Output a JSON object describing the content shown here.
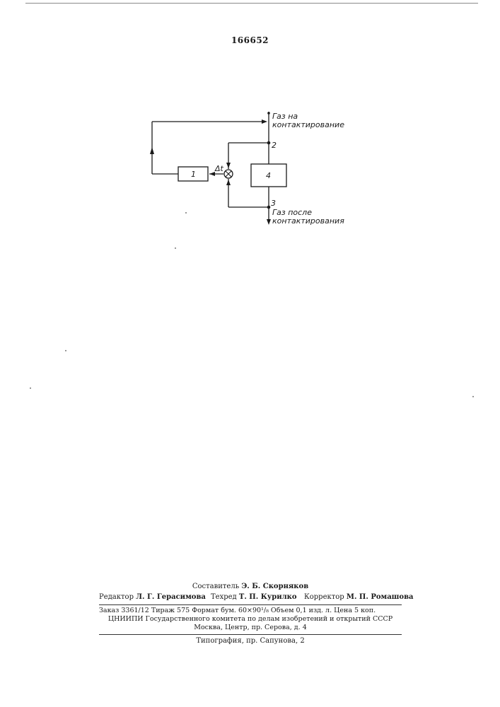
{
  "patent_number": "166652",
  "diagram": {
    "gas_in_line1": "Газ на",
    "gas_in_line2": "контактирование",
    "gas_out_line1": "Газ после",
    "gas_out_line2": "контактирования",
    "block1_label": "1",
    "block4_label": "4",
    "point2_label": "2",
    "point3_label": "3",
    "delta_t_label": "Δt"
  },
  "colophon": {
    "compiler_label": "Составитель",
    "compiler_name": "Э. Б. Скорняков",
    "editor_label": "Редактор",
    "editor_name": "Л. Г. Герасимова",
    "techred_label": "Техред",
    "techred_name": "Т. П. Курилко",
    "corrector_label": "Корректор",
    "corrector_name": "М. П. Ромашова",
    "order_line": "Заказ 3361/12   Тираж 575  Формат бум. 60×90¹/₈   Объем 0,1 изд. л. Цена 5 коп.",
    "institute_line": "ЦНИИПИ Государственного комитета по делам изобретений и открытий СССР",
    "address_line": "Москва, Центр, пр. Серова, д. 4",
    "printing_line": "Типография, пр. Сапунова, 2"
  }
}
